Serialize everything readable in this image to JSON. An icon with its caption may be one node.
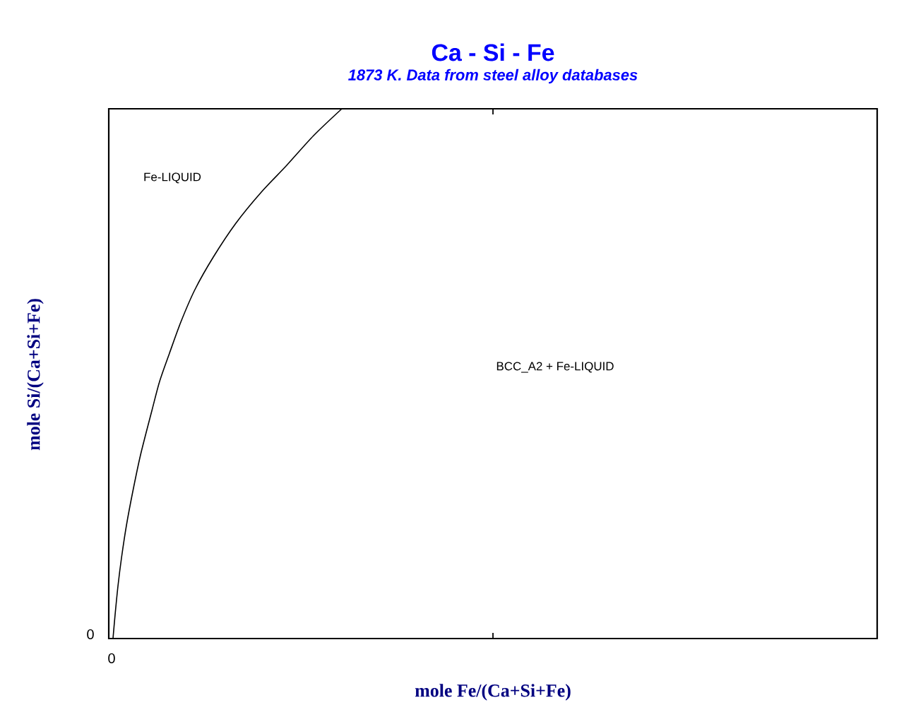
{
  "diagram": {
    "title": "Ca - Si - Fe",
    "labels": [
      "1873 K. Data from steel alloy databases",
      "Fe-LIQUID",
      "BCC_A2 + Fe-LIQUID",
      "mole Si/(Ca+Si+Fe)",
      "0",
      "0",
      "mole Fe/(Ca+Si+Fe)"
    ]
  }
}
